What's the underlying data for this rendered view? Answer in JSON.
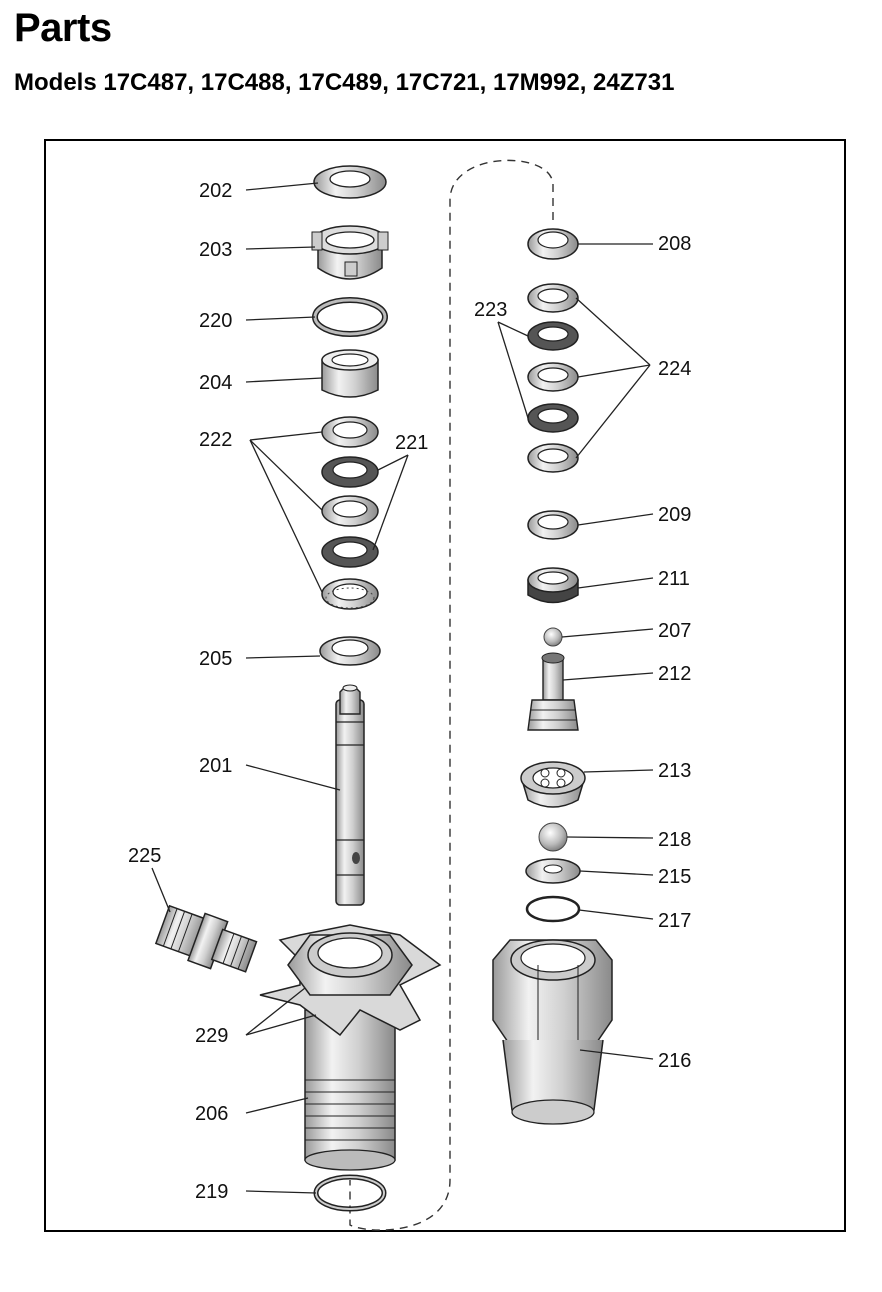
{
  "page": {
    "title": "Parts",
    "subtitle": "Models 17C487, 17C488, 17C489, 17C721, 17M992, 24Z731"
  },
  "callouts": {
    "c201": "201",
    "c202": "202",
    "c203": "203",
    "c204": "204",
    "c205": "205",
    "c206": "206",
    "c207": "207",
    "c208": "208",
    "c209": "209",
    "c211": "211",
    "c212": "212",
    "c213": "213",
    "c215": "215",
    "c216": "216",
    "c217": "217",
    "c218": "218",
    "c219": "219",
    "c220": "220",
    "c221": "221",
    "c222": "222",
    "c223": "223",
    "c224": "224",
    "c225": "225",
    "c229": "229"
  }
}
